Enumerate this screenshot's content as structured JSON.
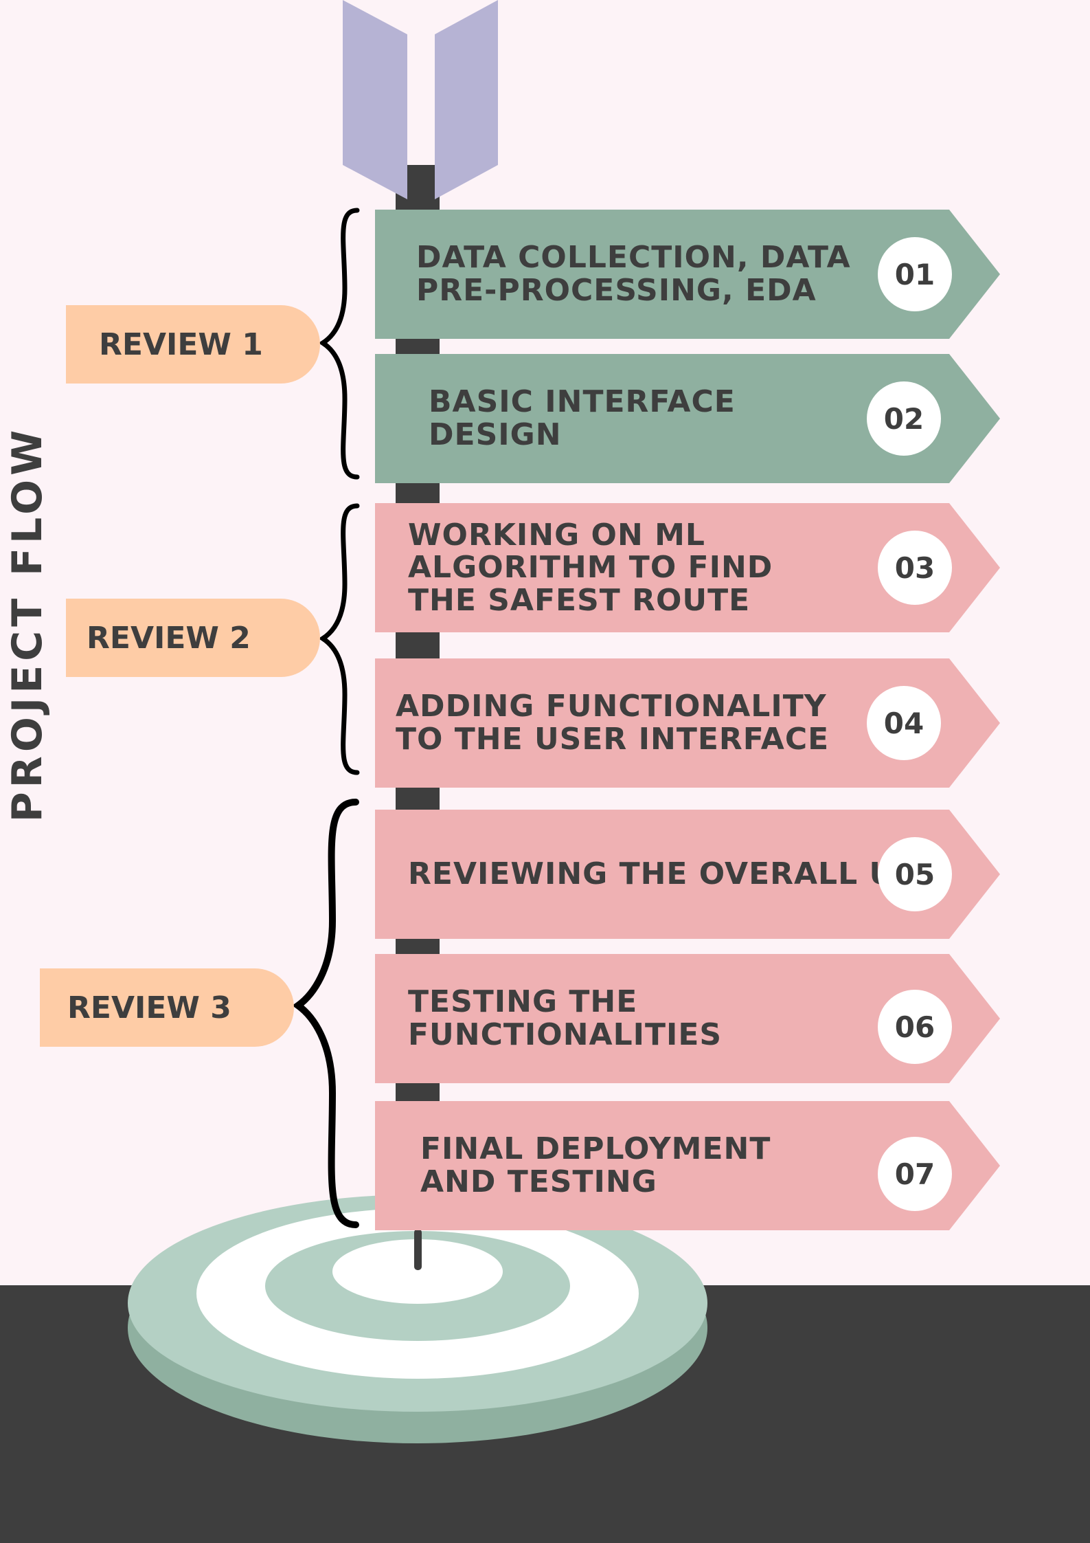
{
  "title": "PROJECT FLOW",
  "reviews": [
    {
      "label": "REVIEW 1"
    },
    {
      "label": "REVIEW 2"
    },
    {
      "label": "REVIEW 3"
    }
  ],
  "steps": [
    {
      "number": "01",
      "label": "DATA COLLECTION, DATA PRE-PROCESSING, EDA",
      "group": "review-1"
    },
    {
      "number": "02",
      "label": "BASIC INTERFACE DESIGN",
      "group": "review-1"
    },
    {
      "number": "03",
      "label": "WORKING ON ML ALGORITHM TO FIND THE SAFEST ROUTE",
      "group": "review-2"
    },
    {
      "number": "04",
      "label": "ADDING FUNCTIONALITY TO THE USER INTERFACE",
      "group": "review-2"
    },
    {
      "number": "05",
      "label": "REVIEWING THE OVERALL UI",
      "group": "review-3"
    },
    {
      "number": "06",
      "label": "TESTING THE FUNCTIONALITIES",
      "group": "review-3"
    },
    {
      "number": "07",
      "label": "FINAL DEPLOYMENT AND TESTING",
      "group": "review-3"
    }
  ],
  "colors": {
    "background": "#fdf3f7",
    "floor": "#3e3e3e",
    "text": "#3e3e3e",
    "review_tag": "#fecca6",
    "review1_steps": "#8fb0a0",
    "review2_3_steps": "#efb1b3",
    "arrow_fletching": "#b6b3d4",
    "target_rings": "#b4d0c4"
  }
}
